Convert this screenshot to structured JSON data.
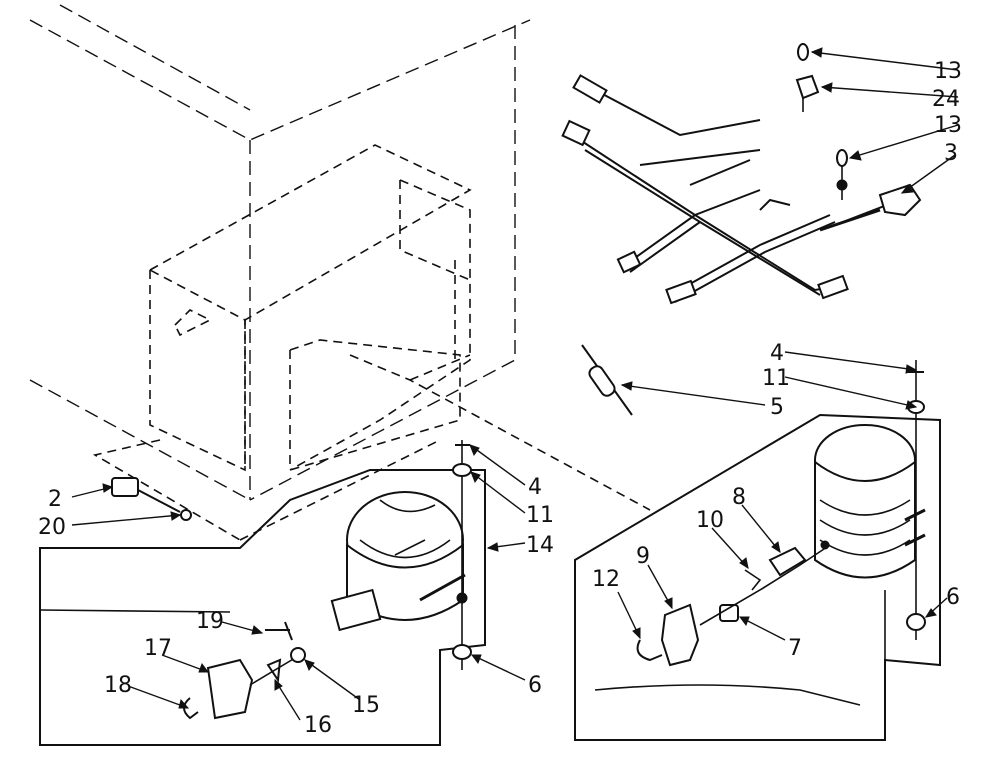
{
  "callouts": [
    {
      "id": "c13a",
      "text": "13"
    },
    {
      "id": "c24",
      "text": "24"
    },
    {
      "id": "c13b",
      "text": "13"
    },
    {
      "id": "c3",
      "text": "3"
    },
    {
      "id": "c4r",
      "text": "4"
    },
    {
      "id": "c11r",
      "text": "11"
    },
    {
      "id": "c5",
      "text": "5"
    },
    {
      "id": "c2",
      "text": "2"
    },
    {
      "id": "c20",
      "text": "20"
    },
    {
      "id": "c4l",
      "text": "4"
    },
    {
      "id": "c11l",
      "text": "11"
    },
    {
      "id": "c14",
      "text": "14"
    },
    {
      "id": "c19",
      "text": "19"
    },
    {
      "id": "c17",
      "text": "17"
    },
    {
      "id": "c18",
      "text": "18"
    },
    {
      "id": "c16",
      "text": "16"
    },
    {
      "id": "c15",
      "text": "15"
    },
    {
      "id": "c6l",
      "text": "6"
    },
    {
      "id": "c8",
      "text": "8"
    },
    {
      "id": "c10",
      "text": "10"
    },
    {
      "id": "c9",
      "text": "9"
    },
    {
      "id": "c12",
      "text": "12"
    },
    {
      "id": "c7",
      "text": "7"
    },
    {
      "id": "c6r",
      "text": "6"
    }
  ]
}
